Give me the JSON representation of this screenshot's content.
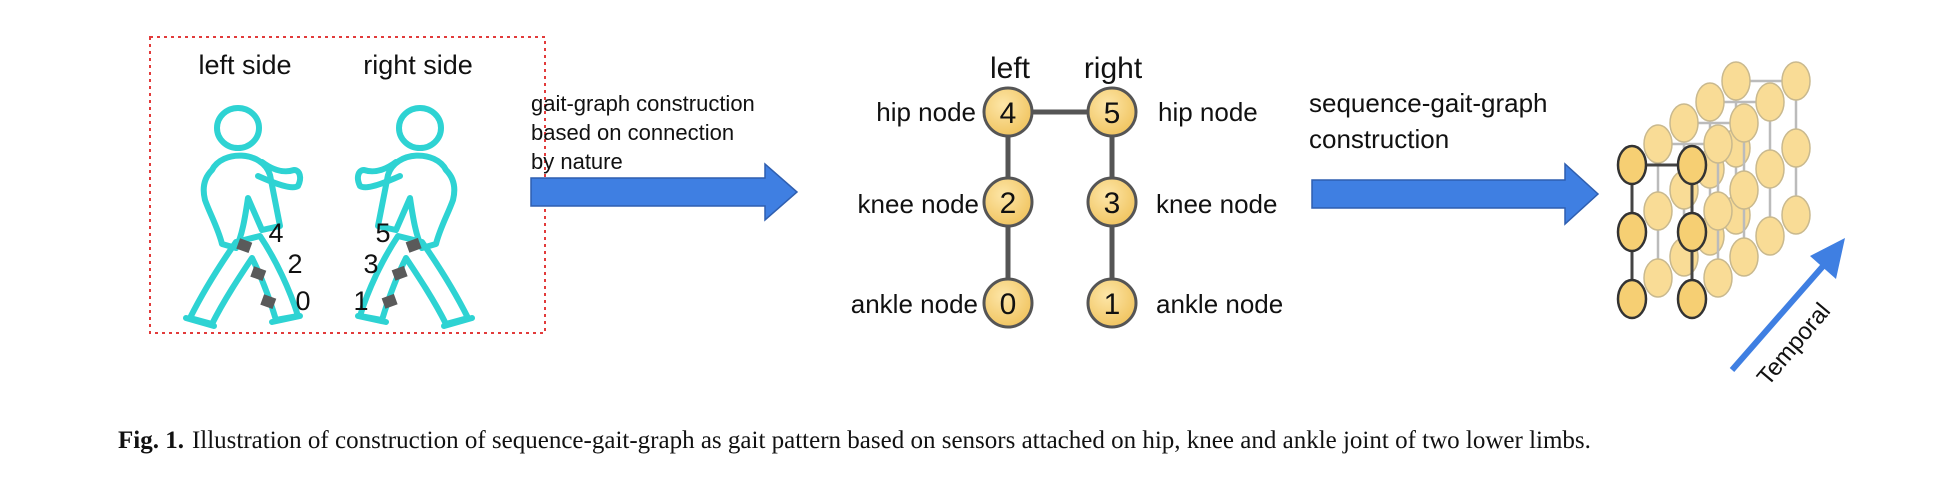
{
  "panel_sensors": {
    "left_side_label": "left side",
    "right_side_label": "right side",
    "left_numbers": [
      "4",
      "2",
      "0"
    ],
    "right_numbers": [
      "5",
      "3",
      "1"
    ]
  },
  "arrow1_text": [
    "gait-graph construction",
    "based on connection",
    "by nature"
  ],
  "graph": {
    "left_label": "left",
    "right_label": "right",
    "nodes": {
      "n4": "4",
      "n2": "2",
      "n0": "0",
      "n5": "5",
      "n3": "3",
      "n1": "1"
    },
    "labels": {
      "hip_left": "hip node",
      "knee_left": "knee node",
      "ankle_left": "ankle node",
      "hip_right": "hip node",
      "knee_right": "knee node",
      "ankle_right": "ankle node"
    }
  },
  "arrow2_text": [
    "sequence-gait-graph",
    "construction"
  ],
  "temporal_label": "Temporal",
  "caption": {
    "prefix": "Fig. 1.",
    "text": "Illustration of construction of sequence-gait-graph as gait pattern based on sensors attached on hip, knee and ankle joint of two lower limbs."
  },
  "colors": {
    "figure_outline": "#2ed3d3",
    "node_fill": "#f6cf73",
    "node_stroke": "#555555",
    "arrow_blue": "#3f7fe2",
    "dotted_frame": "#e23b3b"
  }
}
